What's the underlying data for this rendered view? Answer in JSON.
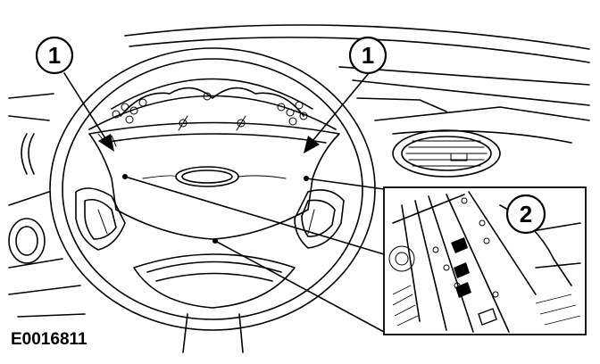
{
  "figure_code": "E0016811",
  "callouts": [
    {
      "label": "1"
    },
    {
      "label": "1"
    },
    {
      "label": "2"
    }
  ]
}
